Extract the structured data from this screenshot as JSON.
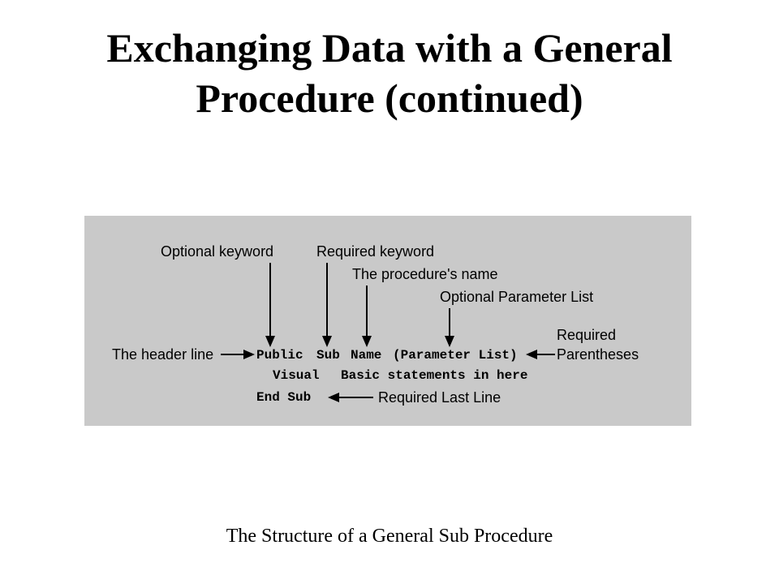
{
  "slide": {
    "title_line1": "Exchanging Data with a General",
    "title_line2": "Procedure (continued)",
    "caption": "The Structure of a General Sub Procedure"
  },
  "diagram": {
    "background_color": "#c9c9c9",
    "labels": {
      "optional_keyword": "Optional keyword",
      "required_keyword": "Required keyword",
      "procedure_name": "The procedure's name",
      "optional_parameter_list": "Optional Parameter List",
      "header_line": "The header line",
      "required_parentheses_line1": "Required",
      "required_parentheses_line2": "Parentheses",
      "required_last_line": "Required Last Line"
    },
    "code": {
      "public": "Public",
      "sub": "Sub",
      "name": "Name",
      "params": "(Parameter List)",
      "body_visual": "Visual",
      "body_rest": "Basic statements in here",
      "end_sub": "End Sub"
    }
  }
}
